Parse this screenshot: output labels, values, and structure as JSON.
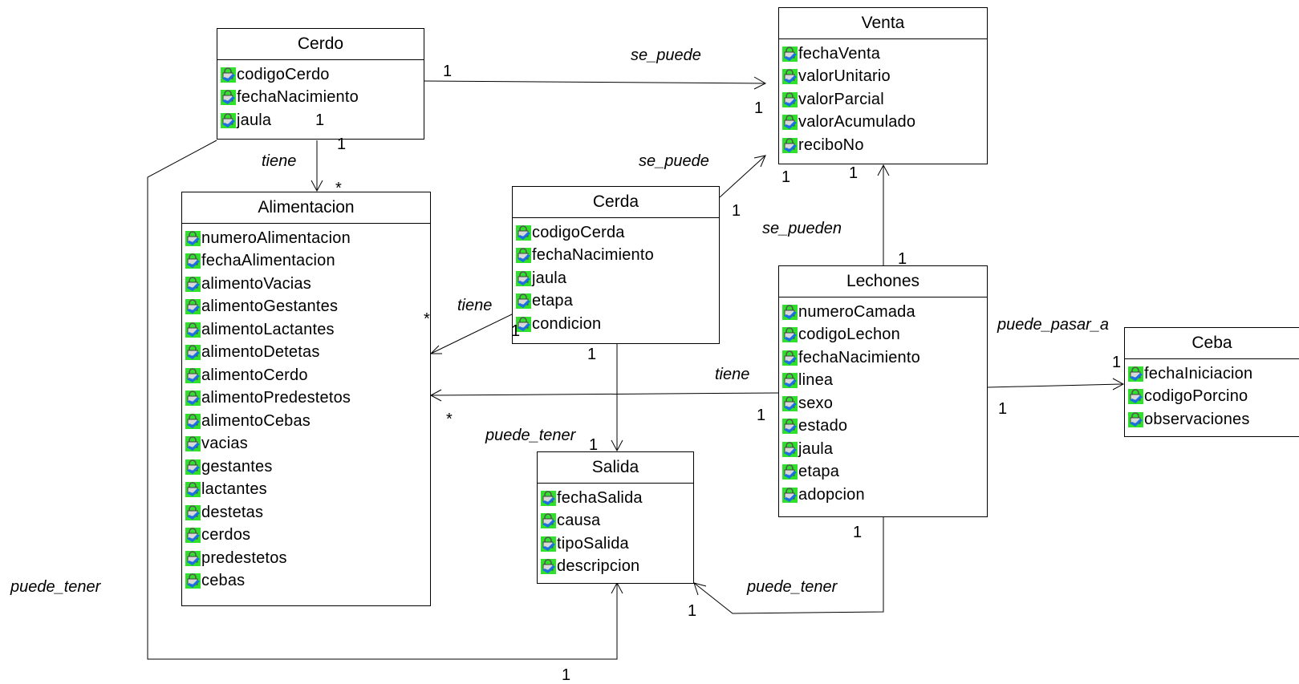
{
  "icons": {
    "attribute_icon": "private-attribute-lock-icon",
    "icon_bg": "#2fe12a",
    "icon_fg": "#1c6fe0"
  },
  "classes": {
    "cerdo": {
      "name": "Cerdo",
      "attrs": [
        "codigoCerdo",
        "fechaNacimiento",
        "jaula"
      ]
    },
    "venta": {
      "name": "Venta",
      "attrs": [
        "fechaVenta",
        "valorUnitario",
        "valorParcial",
        "valorAcumulado",
        "reciboNo"
      ]
    },
    "alimentacion": {
      "name": "Alimentacion",
      "attrs": [
        "numeroAlimentacion",
        "fechaAlimentacion",
        "alimentoVacias",
        "alimentoGestantes",
        "alimentoLactantes",
        "alimentoDetetas",
        "alimentoCerdo",
        "alimentoPredestetos",
        "alimentoCebas",
        "vacias",
        "gestantes",
        "lactantes",
        "destetas",
        "cerdos",
        "predestetos",
        "cebas"
      ]
    },
    "cerda": {
      "name": "Cerda",
      "attrs": [
        "codigoCerda",
        "fechaNacimiento",
        "jaula",
        "etapa",
        "condicion"
      ]
    },
    "lechones": {
      "name": "Lechones",
      "attrs": [
        "numeroCamada",
        "codigoLechon",
        "fechaNacimiento",
        "linea",
        "sexo",
        "estado",
        "jaula",
        "etapa",
        "adopcion"
      ]
    },
    "ceba": {
      "name": "Ceba",
      "attrs": [
        "fechaIniciacion",
        "codigoPorcino",
        "observaciones"
      ]
    },
    "salida": {
      "name": "Salida",
      "attrs": [
        "fechaSalida",
        "causa",
        "tipoSalida",
        "descripcion"
      ]
    }
  },
  "associations": {
    "cerdo_venta": {
      "name": "se_puede",
      "source_mult": "1",
      "target_mult": "1"
    },
    "cerdo_alimentacion": {
      "name": "tiene",
      "source_mult": "1",
      "target_mult": "*"
    },
    "cerdo_salida": {
      "name": "puede_tener",
      "source_mult": "1"
    },
    "cerda_venta": {
      "name": "se_puede",
      "source_mult": "1",
      "target_mult": "1"
    },
    "cerda_alimentacion": {
      "name": "tiene",
      "source_mult": "1",
      "target_mult": "*"
    },
    "cerda_salida": {
      "name": "puede_tener",
      "source_mult": "1",
      "target_mult": "1"
    },
    "lechones_venta": {
      "name": "se_pueden",
      "source_mult": "1",
      "target_mult": "1"
    },
    "lechones_alimentacion": {
      "name": "tiene",
      "source_mult": "1",
      "target_mult": "*"
    },
    "lechones_ceba": {
      "name": "puede_pasar_a",
      "source_mult": "1",
      "target_mult": "1"
    },
    "lechones_salida": {
      "name": "puede_tener",
      "source_mult": "1",
      "target_mult": "1"
    }
  }
}
